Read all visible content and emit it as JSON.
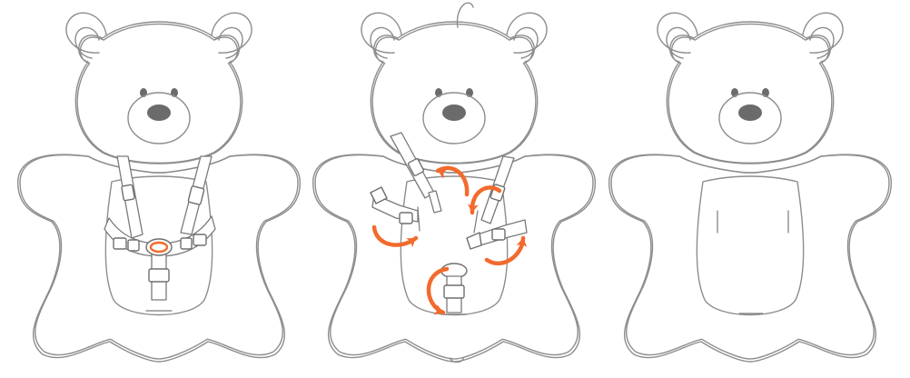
{
  "figure": {
    "panels": [
      {
        "state": "harness-attached"
      },
      {
        "state": "harness-removal-steps"
      },
      {
        "state": "harness-removed"
      }
    ],
    "colors": {
      "outline": "#8d8d8d",
      "features": "#6b6b6b",
      "accent_arrow": "#f26a2d",
      "background": "#ffffff"
    },
    "icons": [
      "bear-outline-icon",
      "harness-icon",
      "curved-arrow-icon",
      "strap-slot-icon"
    ]
  }
}
